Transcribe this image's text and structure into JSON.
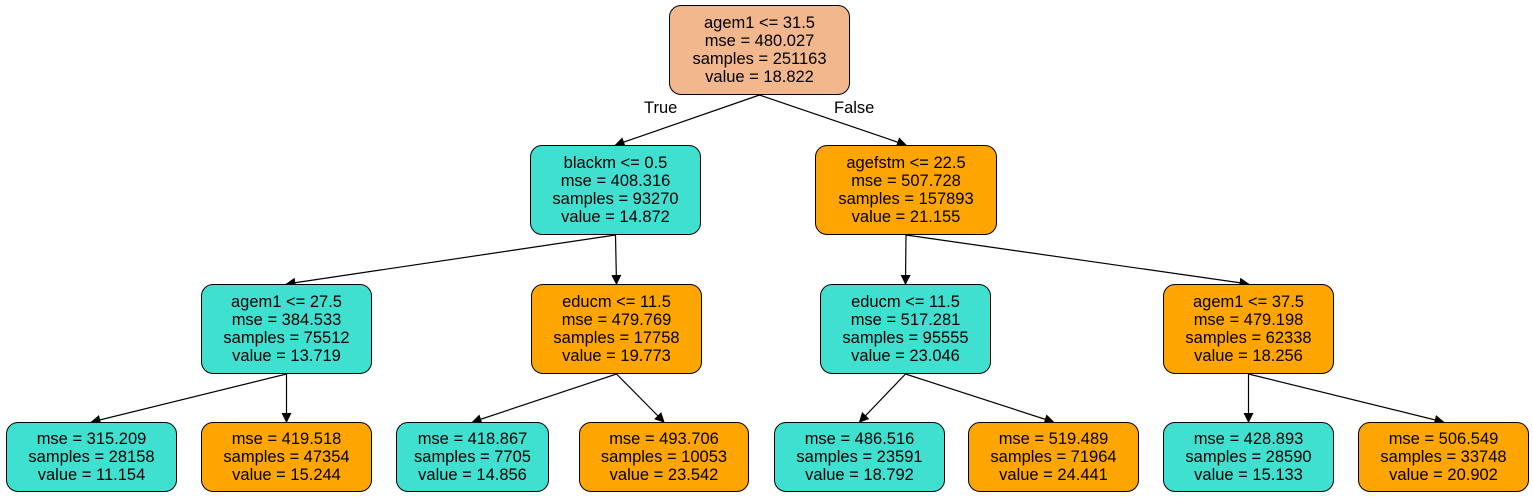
{
  "colors": {
    "root": "#f2b78c",
    "teal": "#40e0d0",
    "orange": "#ffa500",
    "edge": "#000000"
  },
  "edge_labels": {
    "true_label": "True",
    "false_label": "False"
  },
  "nodes": [
    {
      "id": "n0",
      "fill": "root",
      "lines": [
        "agem1 <= 31.5",
        "mse = 480.027",
        "samples = 251163",
        "value = 18.822"
      ]
    },
    {
      "id": "n1",
      "fill": "teal",
      "lines": [
        "blackm <= 0.5",
        "mse = 408.316",
        "samples = 93270",
        "value = 14.872"
      ]
    },
    {
      "id": "n2",
      "fill": "orange",
      "lines": [
        "agefstm <= 22.5",
        "mse = 507.728",
        "samples = 157893",
        "value = 21.155"
      ]
    },
    {
      "id": "n3",
      "fill": "teal",
      "lines": [
        "agem1 <= 27.5",
        "mse = 384.533",
        "samples = 75512",
        "value = 13.719"
      ]
    },
    {
      "id": "n4",
      "fill": "orange",
      "lines": [
        "educm <= 11.5",
        "mse = 479.769",
        "samples = 17758",
        "value = 19.773"
      ]
    },
    {
      "id": "n5",
      "fill": "teal",
      "lines": [
        "educm <= 11.5",
        "mse = 517.281",
        "samples = 95555",
        "value = 23.046"
      ]
    },
    {
      "id": "n6",
      "fill": "orange",
      "lines": [
        "agem1 <= 37.5",
        "mse = 479.198",
        "samples = 62338",
        "value = 18.256"
      ]
    },
    {
      "id": "n7",
      "fill": "teal",
      "lines": [
        "mse = 315.209",
        "samples = 28158",
        "value = 11.154"
      ]
    },
    {
      "id": "n8",
      "fill": "orange",
      "lines": [
        "mse = 419.518",
        "samples = 47354",
        "value = 15.244"
      ]
    },
    {
      "id": "n9",
      "fill": "teal",
      "lines": [
        "mse = 418.867",
        "samples = 7705",
        "value = 14.856"
      ]
    },
    {
      "id": "n10",
      "fill": "orange",
      "lines": [
        "mse = 493.706",
        "samples = 10053",
        "value = 23.542"
      ]
    },
    {
      "id": "n11",
      "fill": "teal",
      "lines": [
        "mse = 486.516",
        "samples = 23591",
        "value = 18.792"
      ]
    },
    {
      "id": "n12",
      "fill": "orange",
      "lines": [
        "mse = 519.489",
        "samples = 71964",
        "value = 24.441"
      ]
    },
    {
      "id": "n13",
      "fill": "teal",
      "lines": [
        "mse = 428.893",
        "samples = 28590",
        "value = 15.133"
      ]
    },
    {
      "id": "n14",
      "fill": "orange",
      "lines": [
        "mse = 506.549",
        "samples = 33748",
        "value = 20.902"
      ]
    }
  ],
  "edges": [
    [
      "n0",
      "n1"
    ],
    [
      "n0",
      "n2"
    ],
    [
      "n1",
      "n3"
    ],
    [
      "n1",
      "n4"
    ],
    [
      "n2",
      "n5"
    ],
    [
      "n2",
      "n6"
    ],
    [
      "n3",
      "n7"
    ],
    [
      "n3",
      "n8"
    ],
    [
      "n4",
      "n9"
    ],
    [
      "n4",
      "n10"
    ],
    [
      "n5",
      "n11"
    ],
    [
      "n5",
      "n12"
    ],
    [
      "n6",
      "n13"
    ],
    [
      "n6",
      "n14"
    ]
  ]
}
